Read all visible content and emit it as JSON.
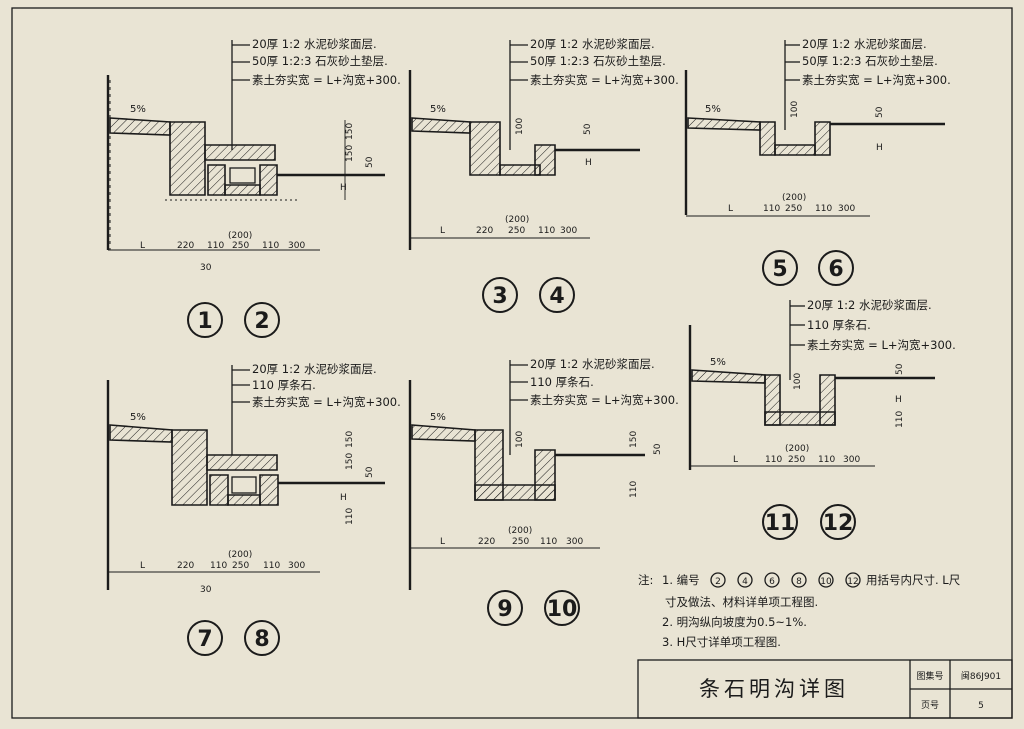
{
  "layers_a": [
    "20厚 1:2 水泥砂浆面层.",
    "50厚 1:2:3 石灰砂土垫层.",
    "素土夯实宽 = L+沟宽+300."
  ],
  "layers_b": [
    "20厚 1:2 水泥砂浆面层.",
    "110 厚条石.",
    "素土夯实宽 = L+沟宽+300."
  ],
  "slope": "5%",
  "dims": {
    "L": "L",
    "d220": "220",
    "d110": "110",
    "d250": "250",
    "d200": "(200)",
    "d300": "300",
    "d30": "30",
    "d150": "150",
    "d50": "50",
    "d100": "100",
    "H": "H"
  },
  "labels": {
    "n1": "1",
    "n2": "2",
    "n3": "3",
    "n4": "4",
    "n5": "5",
    "n6": "6",
    "n7": "7",
    "n8": "8",
    "n9": "9",
    "n10": "10",
    "n11": "11",
    "n12": "12"
  },
  "notes": {
    "head": "注:",
    "line1a": "1. 编号",
    "line1b": "用括号内尺寸. L尺",
    "line1c": "寸及做法、材料详单项工程图.",
    "line2": "2. 明沟纵向坡度为0.5~1%.",
    "line3": "3. H尺寸详单项工程图."
  },
  "title_block": {
    "title": "条石明沟详图",
    "atlas_label": "图集号",
    "atlas_value": "闽86J901",
    "page_label": "页号",
    "page_value": "5"
  }
}
